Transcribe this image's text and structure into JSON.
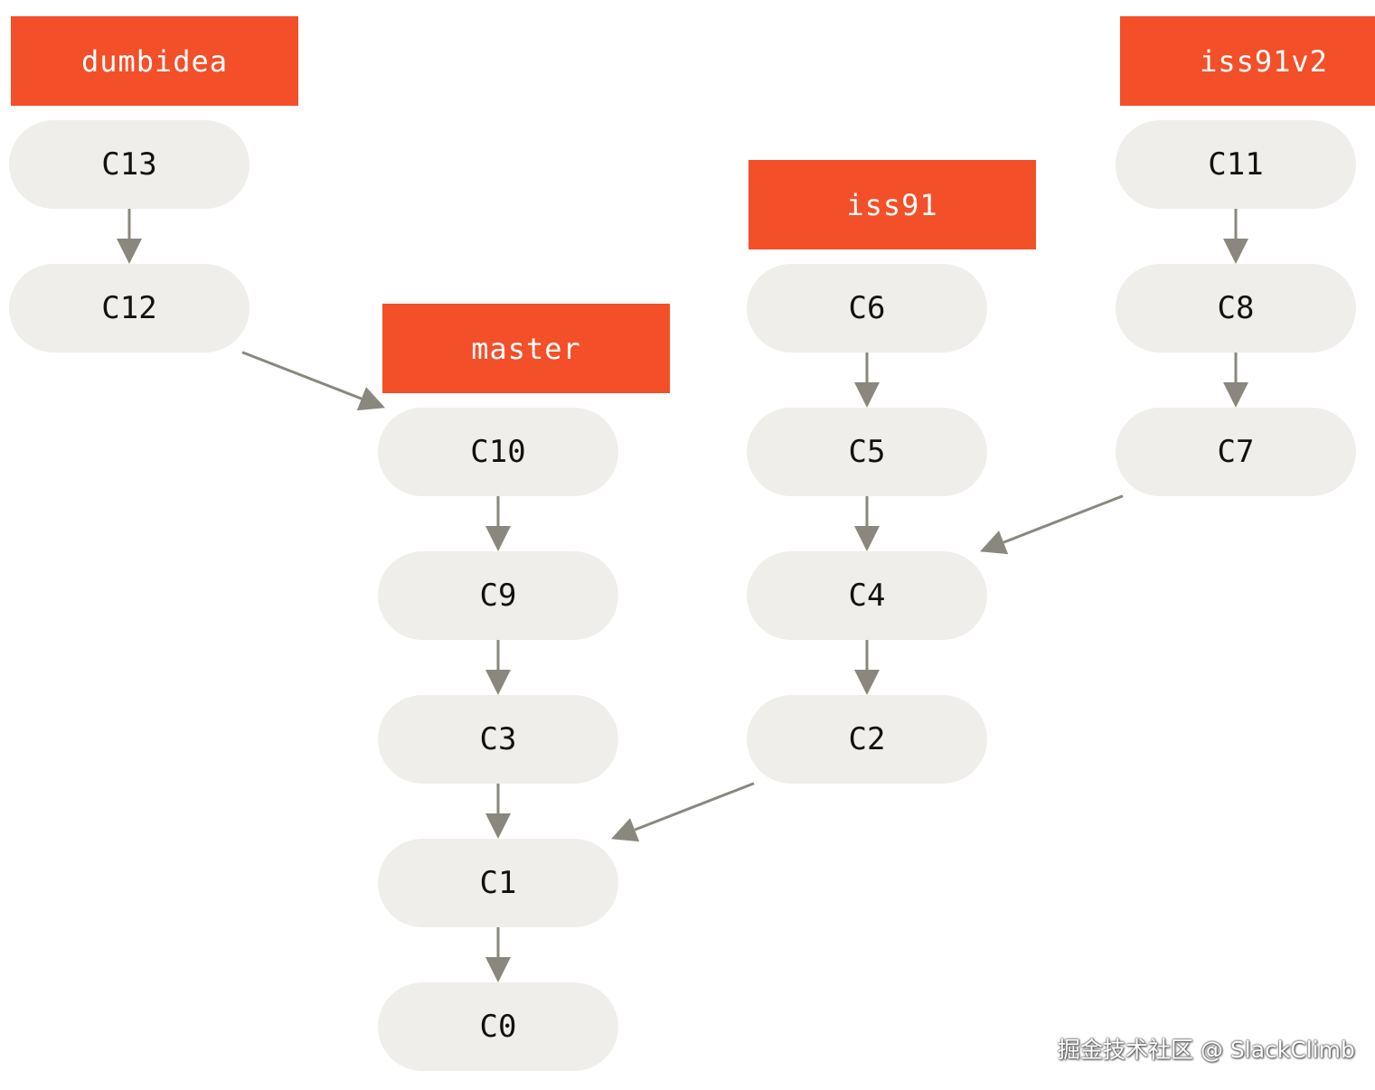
{
  "branches": [
    {
      "id": "dumbidea",
      "label": "dumbidea"
    },
    {
      "id": "master",
      "label": "master"
    },
    {
      "id": "iss91",
      "label": "iss91"
    },
    {
      "id": "iss91v2",
      "label": "iss91v2"
    }
  ],
  "commits": [
    {
      "id": "C13",
      "label": "C13"
    },
    {
      "id": "C12",
      "label": "C12"
    },
    {
      "id": "C10",
      "label": "C10"
    },
    {
      "id": "C9",
      "label": "C9"
    },
    {
      "id": "C3",
      "label": "C3"
    },
    {
      "id": "C1",
      "label": "C1"
    },
    {
      "id": "C0",
      "label": "C0"
    },
    {
      "id": "C6",
      "label": "C6"
    },
    {
      "id": "C5",
      "label": "C5"
    },
    {
      "id": "C4",
      "label": "C4"
    },
    {
      "id": "C2",
      "label": "C2"
    },
    {
      "id": "C11",
      "label": "C11"
    },
    {
      "id": "C8",
      "label": "C8"
    },
    {
      "id": "C7",
      "label": "C7"
    }
  ],
  "edges": [
    {
      "from": "C13",
      "to": "C12"
    },
    {
      "from": "C12",
      "to": "C10"
    },
    {
      "from": "C10",
      "to": "C9"
    },
    {
      "from": "C9",
      "to": "C3"
    },
    {
      "from": "C3",
      "to": "C1"
    },
    {
      "from": "C1",
      "to": "C0"
    },
    {
      "from": "C6",
      "to": "C5"
    },
    {
      "from": "C5",
      "to": "C4"
    },
    {
      "from": "C4",
      "to": "C2"
    },
    {
      "from": "C2",
      "to": "C1"
    },
    {
      "from": "C11",
      "to": "C8"
    },
    {
      "from": "C8",
      "to": "C7"
    },
    {
      "from": "C7",
      "to": "C4"
    }
  ],
  "colors": {
    "branch": "#f34f29",
    "commit": "#efeeea",
    "arrow": "#8a877e"
  },
  "watermark": "掘金技术社区 @ SlackClimb"
}
